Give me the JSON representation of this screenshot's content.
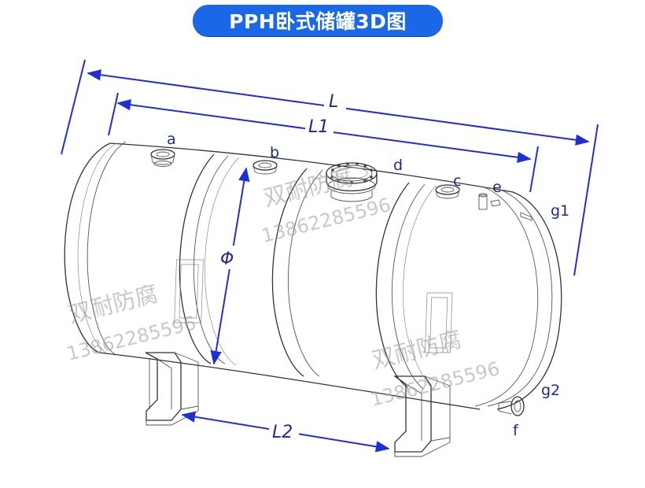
{
  "title": "PPH卧式储罐3D图",
  "labels": {
    "a": "a",
    "b": "b",
    "c": "c",
    "d": "d",
    "e": "e",
    "f": "f",
    "g1": "g1",
    "g2": "g2"
  },
  "dimensions": {
    "L": "L",
    "L1": "L1",
    "L2": "L2",
    "diameter": "Φ"
  },
  "watermarks": [
    {
      "company": "双耐防腐",
      "phone": "13862285596"
    },
    {
      "company": "双耐防腐",
      "phone": "13862285596"
    },
    {
      "company": "双耐防腐",
      "phone": "13862285596"
    }
  ],
  "colors": {
    "accent": "#1a68e8",
    "dimension": "#1f2fd6",
    "label": "#1c2c8c"
  }
}
